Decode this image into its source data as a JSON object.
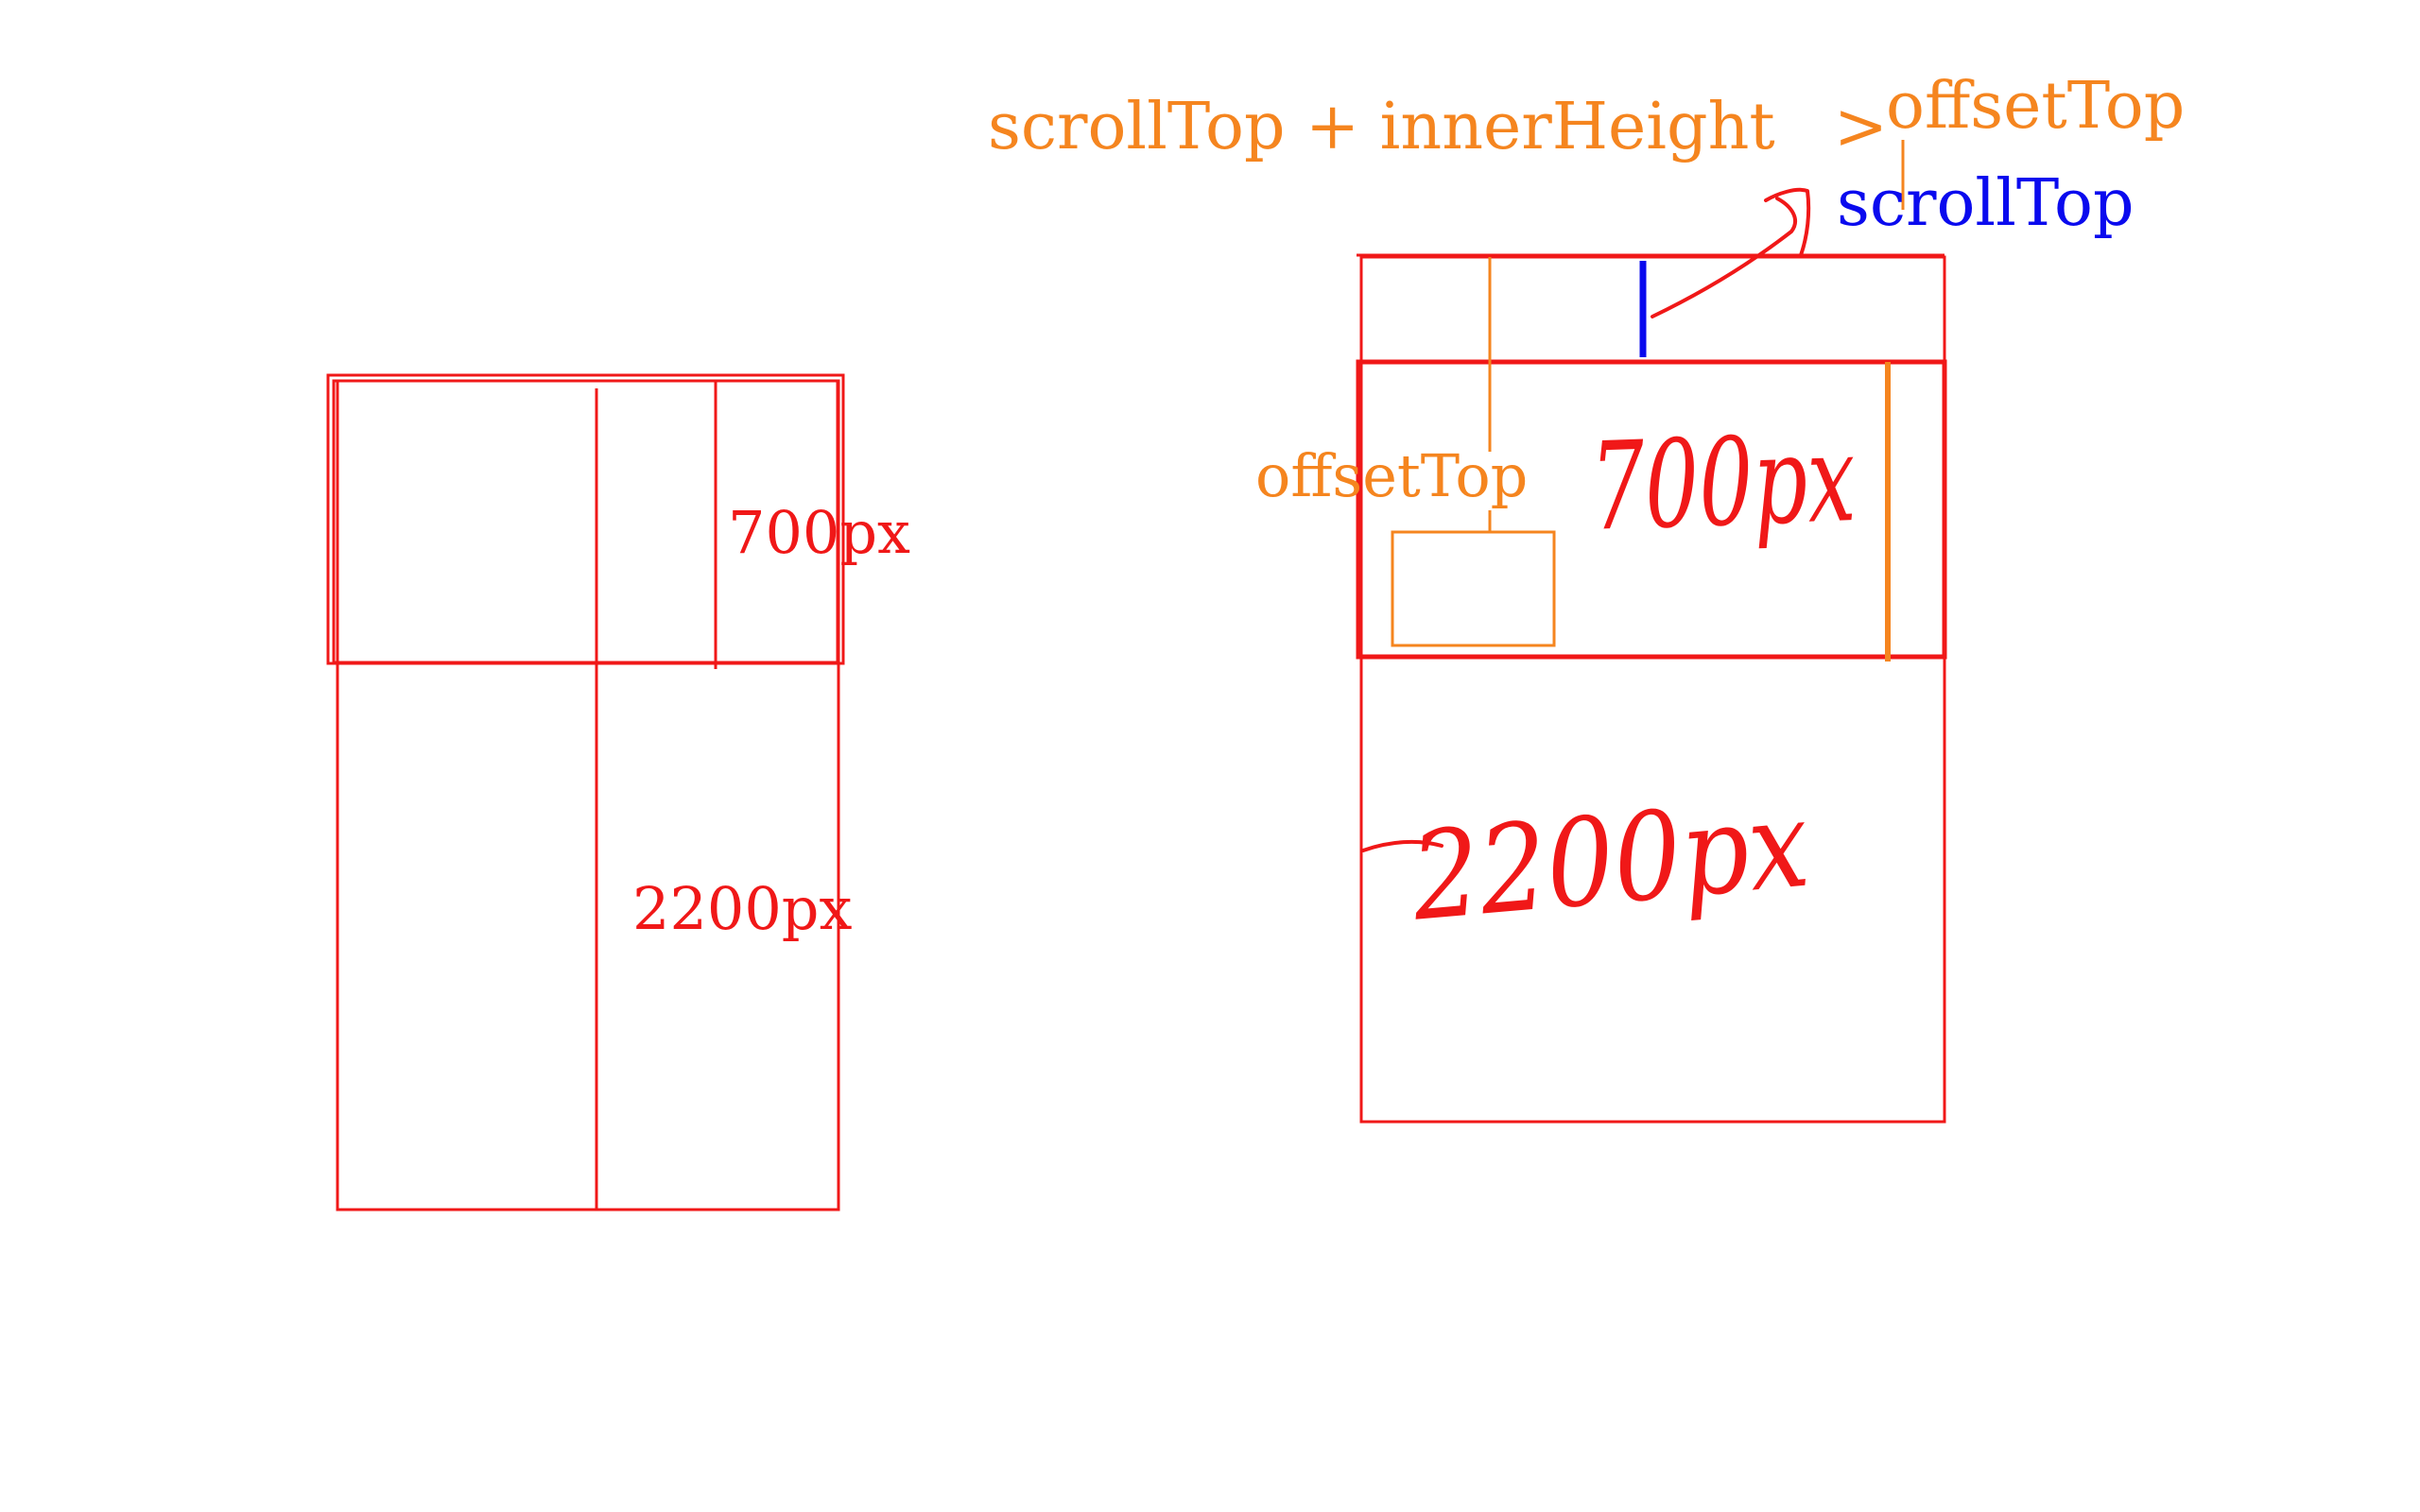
{
  "colors": {
    "red": "#f01818",
    "orange": "#f5851f",
    "blue": "#0a0aee",
    "background": "#ffffff"
  },
  "left_diagram": {
    "viewport_height_label": "700px",
    "document_height_label": "2200px"
  },
  "right_diagram": {
    "condition": {
      "left": "scrollTop + innerHeight",
      "operator": ">",
      "right": "offsetTop"
    },
    "scroll_top_label": "scrollTop",
    "offset_top_label": "offsetTop",
    "viewport_height_handwritten": "700px",
    "document_height_handwritten": "2200px"
  }
}
